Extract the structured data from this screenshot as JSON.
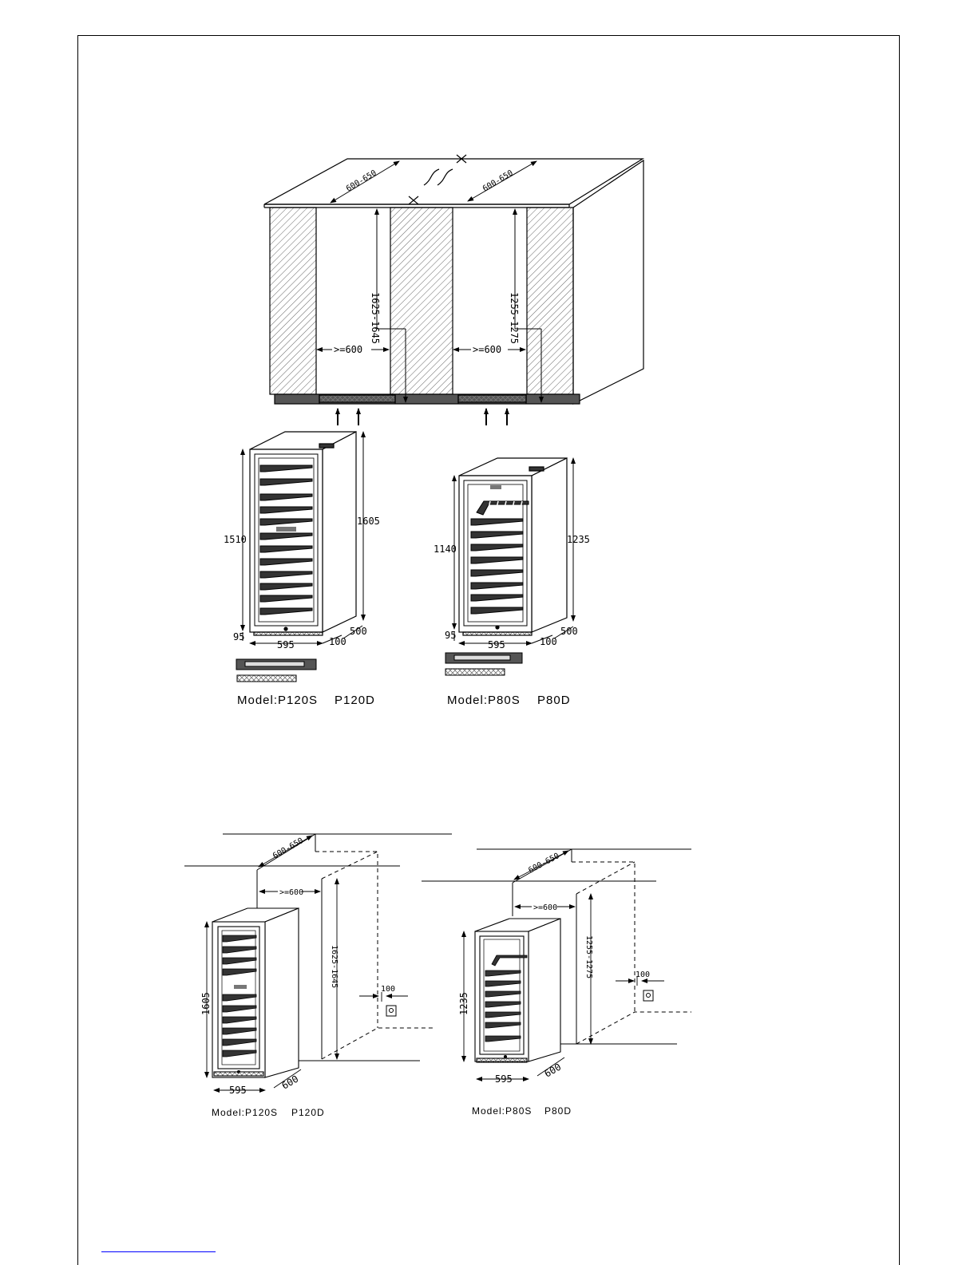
{
  "top_diagram": {
    "depth_left": "600-650",
    "depth_right": "600-650",
    "height_left": "1625-1645",
    "height_right": "1255-1275",
    "width_left": ">=600",
    "width_right": ">=600"
  },
  "unit_p120": {
    "height_body": "1510",
    "height_total": "1605",
    "base": "95",
    "width": "595",
    "gap": "100",
    "depth": "500",
    "model_label": "Model:P120S",
    "model_variant": "P120D"
  },
  "unit_p80": {
    "height_body": "1140",
    "height_total": "1235",
    "base": "95",
    "width": "595",
    "gap": "100",
    "depth": "500",
    "model_label": "Model:P80S",
    "model_variant": "P80D"
  },
  "bottom_left": {
    "depth": "600-650",
    "width": ">=600",
    "height_niche": "1625-1645",
    "height_unit": "1605",
    "socket_gap": "100",
    "unit_width": "595",
    "unit_depth": "600",
    "model_label": "Model:P120S",
    "model_variant": "P120D"
  },
  "bottom_right": {
    "depth": "600-650",
    "width": ">=600",
    "height_niche": "1255-1275",
    "height_unit": "1235",
    "socket_gap": "100",
    "unit_width": "595",
    "unit_depth": "600",
    "model_label": "Model:P80S",
    "model_variant": "P80D"
  },
  "colors": {
    "line": "#000000",
    "hatch": "#555555",
    "base": "#555555",
    "link": "#0000ff"
  }
}
